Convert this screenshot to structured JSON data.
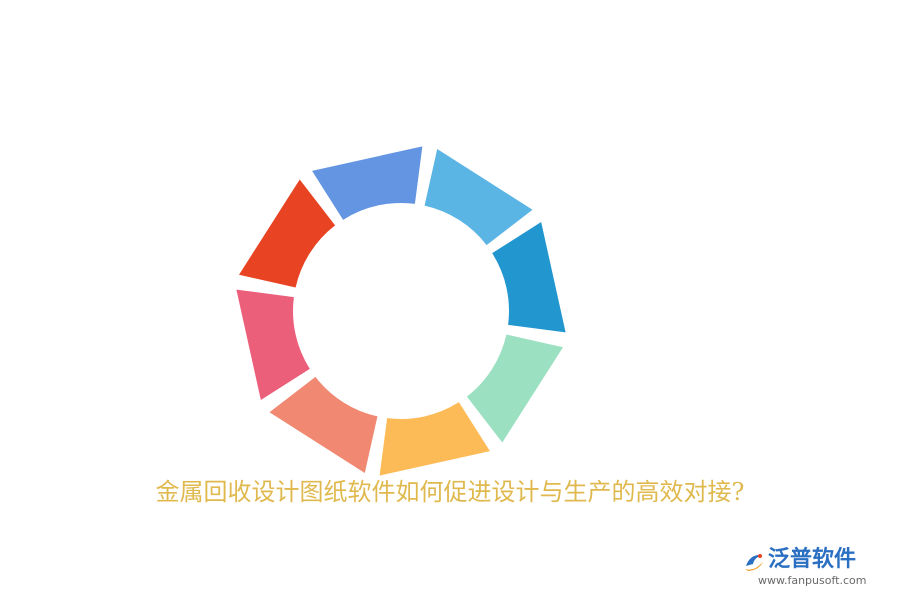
{
  "headline": "金属回收设计图纸软件如何促进设计与生产的高效对接?",
  "brand": {
    "name": "泛普软件",
    "url": "www.fanpusoft.com"
  },
  "segments": [
    {
      "name": "blue",
      "color": "#6495e2"
    },
    {
      "name": "sky-blue",
      "color": "#5ab4e4"
    },
    {
      "name": "deep-blue",
      "color": "#2296cf"
    },
    {
      "name": "mint",
      "color": "#9ce0c2"
    },
    {
      "name": "amber",
      "color": "#fdbb57"
    },
    {
      "name": "salmon",
      "color": "#f08872"
    },
    {
      "name": "pink",
      "color": "#ec5f7b"
    },
    {
      "name": "red-orange",
      "color": "#e84424"
    }
  ],
  "colors": {
    "headline": "#e0b94e",
    "brand": "#2b6fc2",
    "url": "#6a6a6a"
  }
}
